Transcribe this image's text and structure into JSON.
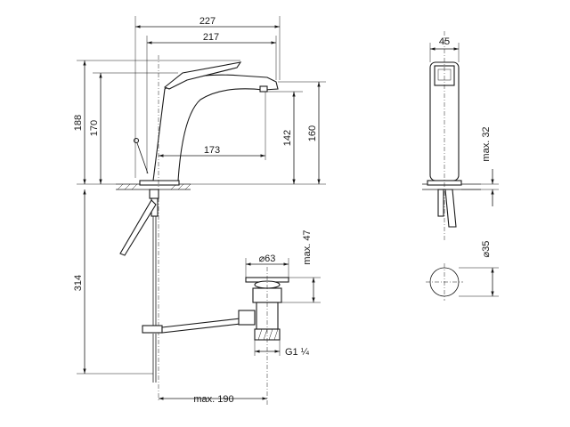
{
  "dimensions": {
    "width_overall": "227",
    "width_spout": "217",
    "height_total": "188",
    "height_body": "170",
    "spout_reach": "173",
    "spout_height": "142",
    "lever_height": "160",
    "side_width": "45",
    "max_thickness": "max. 32",
    "hole_diameter": "⌀35",
    "waste_diameter": "⌀63",
    "waste_height": "max. 47",
    "waste_thread": "G1 ¼",
    "rod_length": "max. 190",
    "below_counter": "314"
  }
}
